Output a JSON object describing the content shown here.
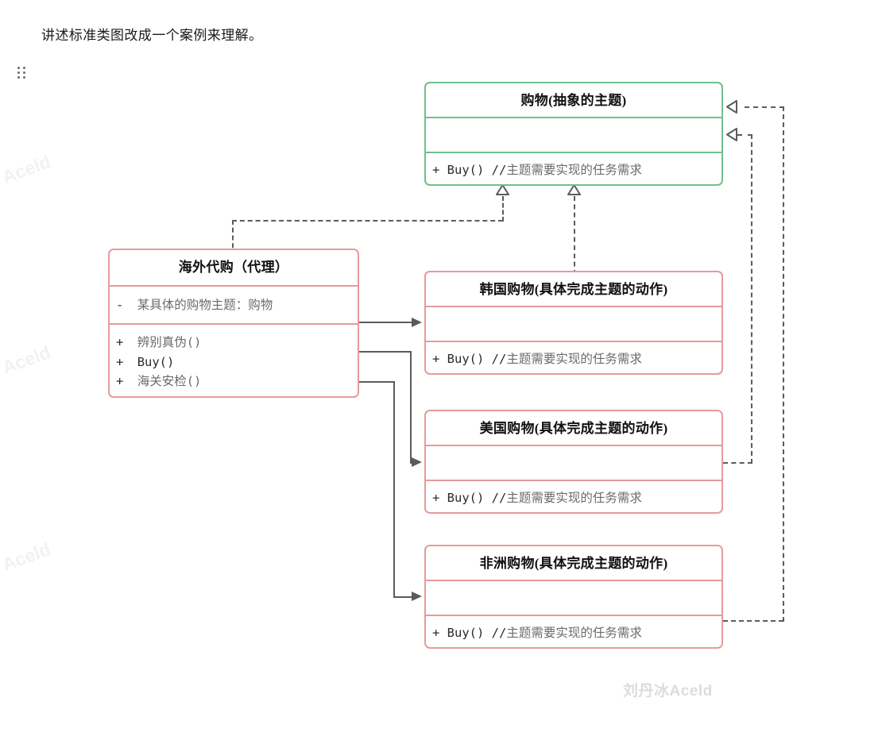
{
  "page": {
    "intro_text": "讲述标准类图改成一个案例来理解。",
    "drag_handle_icon": "drag-handle-icon",
    "watermark_main": "刘丹冰Aceld",
    "watermark_diagonal": "Aceld",
    "colors": {
      "abstract_border": "#6fc08a",
      "concrete_border": "#e79a9a",
      "connector": "#5b5b5b",
      "title_text": "#111111",
      "member_text": "#6b6b6b",
      "signature_text": "#2b2b2b",
      "watermark": "#dcdcdc"
    }
  },
  "diagram": {
    "type": "uml-class-diagram",
    "classes": [
      {
        "id": "shopping-abstract",
        "name": "购物(抽象的主题)",
        "stereotype": "abstract",
        "border_color": "#6fc08a",
        "attributes": [],
        "methods": [
          {
            "visibility": "+",
            "signature": "Buy()",
            "comment": "//主题需要实现的任务需求"
          }
        ]
      },
      {
        "id": "overseas-proxy",
        "name": "海外代购（代理）",
        "stereotype": "proxy",
        "border_color": "#e79a9a",
        "attributes": [
          {
            "visibility": "-",
            "signature": "",
            "comment": "某具体的购物主题：购物"
          }
        ],
        "methods": [
          {
            "visibility": "+",
            "signature": "",
            "comment": "辨别真伪()"
          },
          {
            "visibility": "+",
            "signature": "Buy()",
            "comment": ""
          },
          {
            "visibility": "+",
            "signature": "",
            "comment": "海关安检()"
          }
        ]
      },
      {
        "id": "korea-shopping",
        "name": "韩国购物(具体完成主题的动作)",
        "stereotype": "concrete",
        "border_color": "#e79a9a",
        "attributes": [],
        "methods": [
          {
            "visibility": "+",
            "signature": "Buy()",
            "comment": "//主题需要实现的任务需求"
          }
        ]
      },
      {
        "id": "usa-shopping",
        "name": "美国购物(具体完成主题的动作)",
        "stereotype": "concrete",
        "border_color": "#e79a9a",
        "attributes": [],
        "methods": [
          {
            "visibility": "+",
            "signature": "Buy()",
            "comment": "//主题需要实现的任务需求"
          }
        ]
      },
      {
        "id": "africa-shopping",
        "name": "非洲购物(具体完成主题的动作)",
        "stereotype": "concrete",
        "border_color": "#e79a9a",
        "attributes": [],
        "methods": [
          {
            "visibility": "+",
            "signature": "Buy()",
            "comment": "//主题需要实现的任务需求"
          }
        ]
      }
    ],
    "relations": [
      {
        "from": "overseas-proxy",
        "to": "shopping-abstract",
        "kind": "realization",
        "style": "dashed",
        "arrowhead": "hollow-triangle"
      },
      {
        "from": "korea-shopping",
        "to": "shopping-abstract",
        "kind": "realization",
        "style": "dashed",
        "arrowhead": "hollow-triangle"
      },
      {
        "from": "usa-shopping",
        "to": "shopping-abstract",
        "kind": "realization",
        "style": "dashed",
        "arrowhead": "hollow-triangle"
      },
      {
        "from": "africa-shopping",
        "to": "shopping-abstract",
        "kind": "realization",
        "style": "dashed",
        "arrowhead": "hollow-triangle"
      },
      {
        "from": "overseas-proxy",
        "to": "korea-shopping",
        "kind": "association",
        "style": "solid",
        "arrowhead": "filled-arrow"
      },
      {
        "from": "overseas-proxy",
        "to": "usa-shopping",
        "kind": "association",
        "style": "solid",
        "arrowhead": "filled-arrow"
      },
      {
        "from": "overseas-proxy",
        "to": "africa-shopping",
        "kind": "association",
        "style": "solid",
        "arrowhead": "filled-arrow"
      }
    ]
  },
  "text_cache": {
    "abstract_title": "购物(抽象的主题)",
    "abstract_method": "+ Buy() //主题需要实现的任务需求",
    "abstract_method_sig": "+ Buy() //",
    "abstract_method_cmt": "主题需要实现的任务需求",
    "proxy_title": "海外代购（代理）",
    "proxy_attr_vis": "-",
    "proxy_attr": "某具体的购物主题：购物",
    "proxy_m1_vis": "+",
    "proxy_m1": "辨别真伪()",
    "proxy_m2_vis": "+",
    "proxy_m2": "Buy()",
    "proxy_m3_vis": "+",
    "proxy_m3": "海关安检()",
    "korea_title": "韩国购物(具体完成主题的动作)",
    "usa_title": "美国购物(具体完成主题的动作)",
    "africa_title": "非洲购物(具体完成主题的动作)",
    "concrete_method_sig": "+ Buy() //",
    "concrete_method_cmt": "主题需要实现的任务需求"
  }
}
